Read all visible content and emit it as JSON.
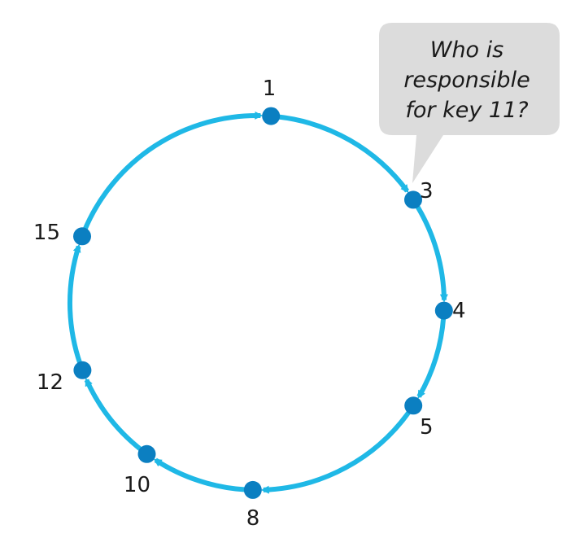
{
  "colors": {
    "ring": "#1fb8e6",
    "node": "#0b7fc1",
    "bubble": "#dcdcdc",
    "text": "#1a1a1a"
  },
  "nodes": [
    {
      "id": "1",
      "label": "1"
    },
    {
      "id": "3",
      "label": "3"
    },
    {
      "id": "4",
      "label": "4"
    },
    {
      "id": "5",
      "label": "5"
    },
    {
      "id": "8",
      "label": "8"
    },
    {
      "id": "10",
      "label": "10"
    },
    {
      "id": "12",
      "label": "12"
    },
    {
      "id": "15",
      "label": "15"
    }
  ],
  "edges": [
    {
      "from": "1",
      "to": "3"
    },
    {
      "from": "3",
      "to": "4"
    },
    {
      "from": "4",
      "to": "5"
    },
    {
      "from": "5",
      "to": "8"
    },
    {
      "from": "8",
      "to": "10"
    },
    {
      "from": "10",
      "to": "12"
    },
    {
      "from": "12",
      "to": "15"
    },
    {
      "from": "15",
      "to": "1"
    }
  ],
  "callout": {
    "attached_to": "3",
    "lines": [
      "Who is",
      "responsible",
      "for key 11?"
    ]
  }
}
